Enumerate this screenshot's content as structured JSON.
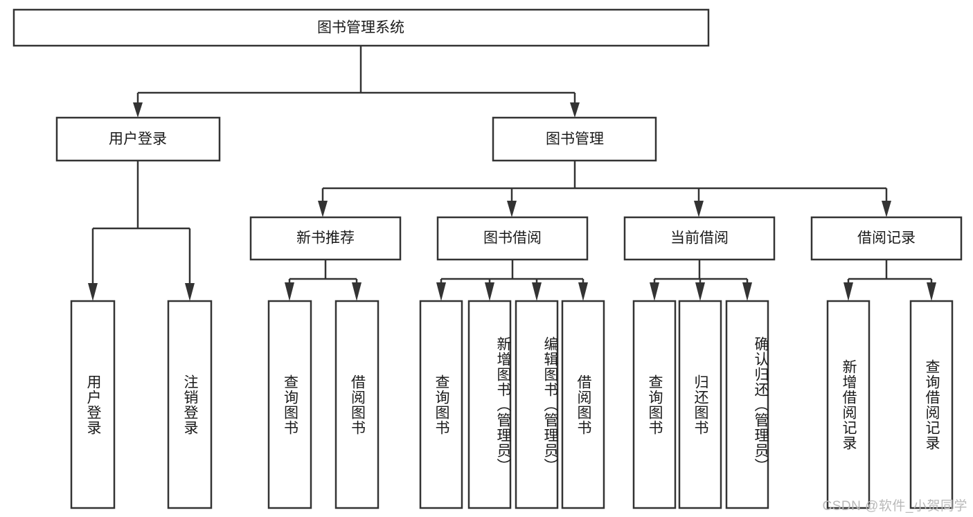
{
  "diagram": {
    "type": "tree-hierarchy",
    "title": "图书管理系统",
    "colors": {
      "background": "#ffffff",
      "box_stroke": "#333333",
      "box_fill": "#ffffff",
      "text": "#1a1a1a",
      "watermark": "#b9b9b9"
    },
    "levels": {
      "root": {
        "label": "图书管理系统"
      },
      "level2": [
        {
          "label": "用户登录"
        },
        {
          "label": "图书管理"
        }
      ],
      "level3": [
        {
          "label": "新书推荐"
        },
        {
          "label": "图书借阅"
        },
        {
          "label": "当前借阅"
        },
        {
          "label": "借阅记录"
        }
      ],
      "leaves": [
        {
          "label": "用户登录",
          "parent": "用户登录"
        },
        {
          "label": "注销登录",
          "parent": "用户登录"
        },
        {
          "label": "查询图书",
          "parent": "新书推荐"
        },
        {
          "label": "借阅图书",
          "parent": "新书推荐"
        },
        {
          "label": "查询图书",
          "parent": "图书借阅"
        },
        {
          "label": "新增图书（管理员）",
          "parent": "图书借阅"
        },
        {
          "label": "编辑图书（管理员）",
          "parent": "图书借阅"
        },
        {
          "label": "借阅图书",
          "parent": "图书借阅"
        },
        {
          "label": "查询图书",
          "parent": "当前借阅"
        },
        {
          "label": "归还图书",
          "parent": "当前借阅"
        },
        {
          "label": "确认归还（管理员）",
          "parent": "当前借阅"
        },
        {
          "label": "新增借阅记录",
          "parent": "借阅记录"
        },
        {
          "label": "查询借阅记录",
          "parent": "借阅记录"
        }
      ]
    }
  },
  "watermark": {
    "text": "CSDN @软件_小贺同学"
  }
}
